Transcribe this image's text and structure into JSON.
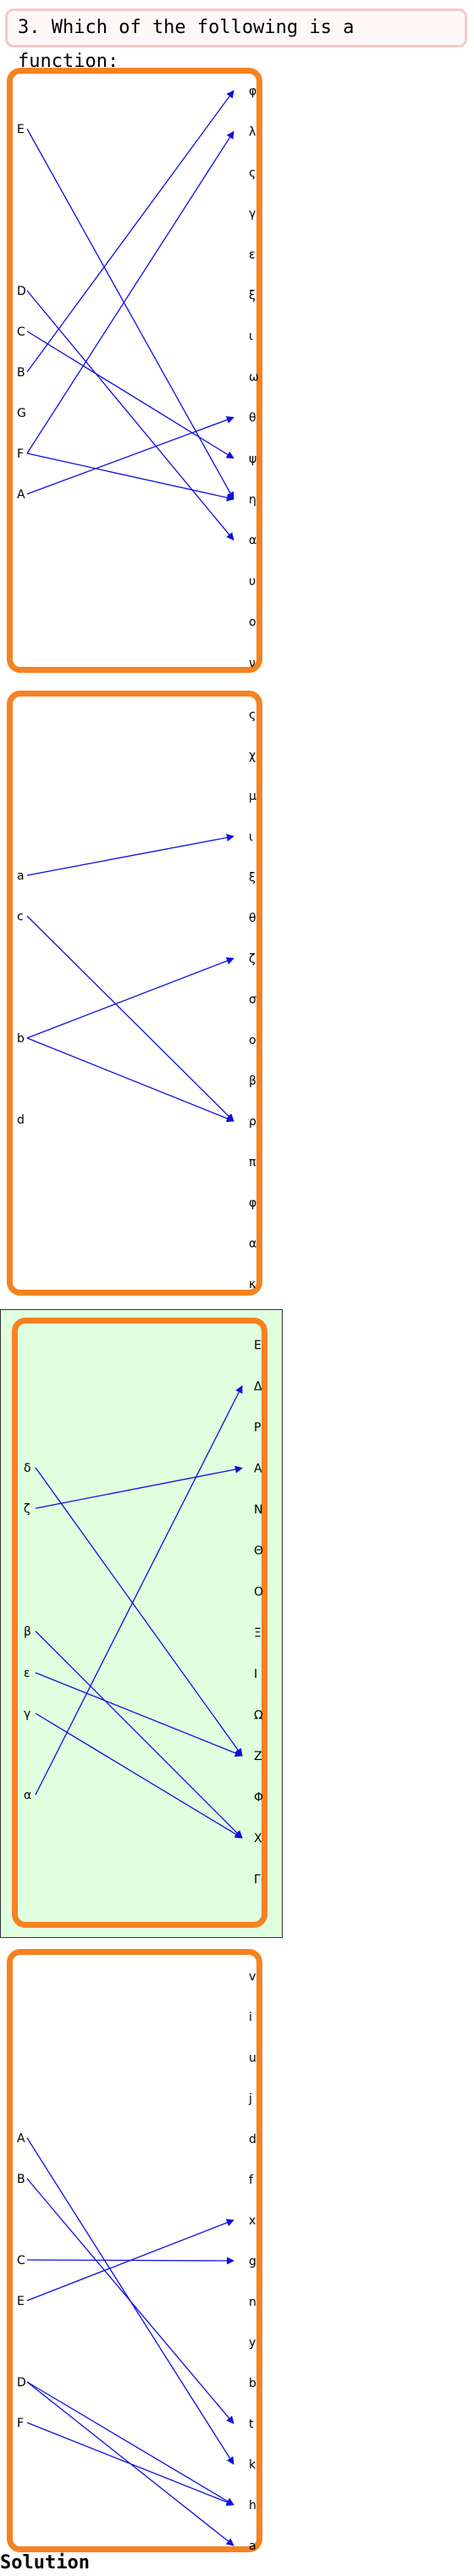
{
  "question": {
    "text": "3. Which of the following is a function:"
  },
  "solution_label": "Solution",
  "colors": {
    "panel_border": "#f58220",
    "arrow": "#1010dd",
    "highlight_bg": "#dfffdf",
    "question_border": "#f6c9c9"
  },
  "diagrams": [
    {
      "id": "A",
      "highlighted": false,
      "domain": [
        "E",
        "D",
        "C",
        "B",
        "G",
        "F",
        "A"
      ],
      "codomain": [
        "φ",
        "λ",
        "ς",
        "γ",
        "ε",
        "ξ",
        "ι",
        "ω",
        "θ",
        "ψ",
        "η",
        "α",
        "υ",
        "ο",
        "ν"
      ],
      "mappings": [
        [
          "E",
          "η"
        ],
        [
          "D",
          "α"
        ],
        [
          "C",
          "ψ"
        ],
        [
          "B",
          "φ"
        ],
        [
          "F",
          "λ"
        ],
        [
          "F",
          "η"
        ],
        [
          "A",
          "θ"
        ]
      ]
    },
    {
      "id": "B",
      "highlighted": false,
      "domain": [
        "a",
        "c",
        "b",
        "d"
      ],
      "codomain": [
        "ς",
        "χ",
        "μ",
        "ι",
        "ξ",
        "θ",
        "ζ",
        "σ",
        "ο",
        "β",
        "ρ",
        "π",
        "φ",
        "α",
        "κ"
      ],
      "mappings": [
        [
          "a",
          "ι"
        ],
        [
          "c",
          "ρ"
        ],
        [
          "b",
          "ζ"
        ],
        [
          "b",
          "ρ"
        ]
      ]
    },
    {
      "id": "C",
      "highlighted": true,
      "domain": [
        "δ",
        "ζ",
        "β",
        "ε",
        "γ",
        "α"
      ],
      "codomain": [
        "Ε",
        "Δ",
        "Ρ",
        "Α",
        "Ν",
        "Θ",
        "Ο",
        "Ξ",
        "Ι",
        "Ω",
        "Ζ",
        "Φ",
        "Χ",
        "Γ"
      ],
      "mappings": [
        [
          "δ",
          "Ζ"
        ],
        [
          "ζ",
          "Α"
        ],
        [
          "β",
          "Χ"
        ],
        [
          "ε",
          "Ζ"
        ],
        [
          "γ",
          "Χ"
        ],
        [
          "α",
          "Δ"
        ]
      ]
    },
    {
      "id": "D",
      "highlighted": false,
      "domain": [
        "A",
        "B",
        "C",
        "E",
        "D",
        "F"
      ],
      "codomain": [
        "v",
        "i",
        "u",
        "j",
        "d",
        "f",
        "x",
        "g",
        "n",
        "y",
        "b",
        "t",
        "k",
        "h",
        "a"
      ],
      "mappings": [
        [
          "A",
          "k"
        ],
        [
          "B",
          "t"
        ],
        [
          "C",
          "g"
        ],
        [
          "E",
          "x"
        ],
        [
          "D",
          "h"
        ],
        [
          "D",
          "a"
        ],
        [
          "F",
          "h"
        ]
      ]
    }
  ]
}
